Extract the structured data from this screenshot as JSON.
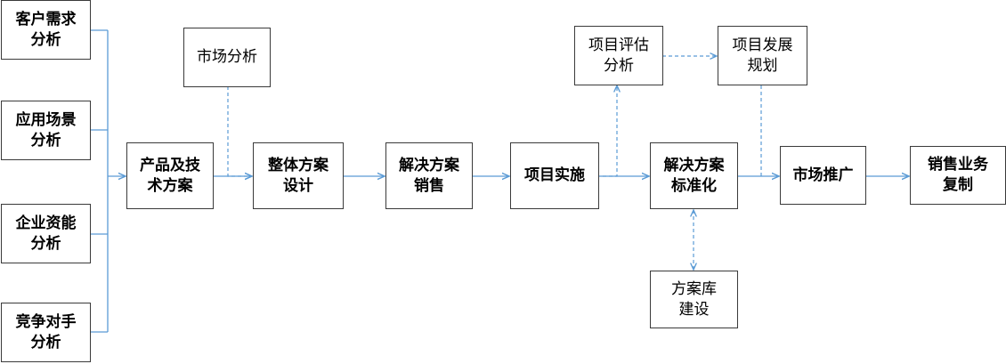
{
  "nodes": {
    "customer_needs": "客户需求\n分析",
    "app_scenario": "应用场景\n分析",
    "enterprise_capability": "企业资能\n分析",
    "competitor": "竞争对手\n分析",
    "product_tech": "产品及技\n术方案",
    "market_analysis": "市场分析",
    "overall_design": "整体方案\n设计",
    "solution_sales": "解决方案\n销售",
    "project_impl": "项目实施",
    "project_eval": "项目评估\n分析",
    "project_plan": "项目发展\n规划",
    "solution_standard": "解决方案\n标准化",
    "solution_library": "方案库\n建设",
    "market_promotion": "市场推广",
    "sales_replication": "销售业务\n复制"
  },
  "colors": {
    "connector": "#5b9bd5",
    "border": "#3a3a3a",
    "text": "#000000"
  }
}
